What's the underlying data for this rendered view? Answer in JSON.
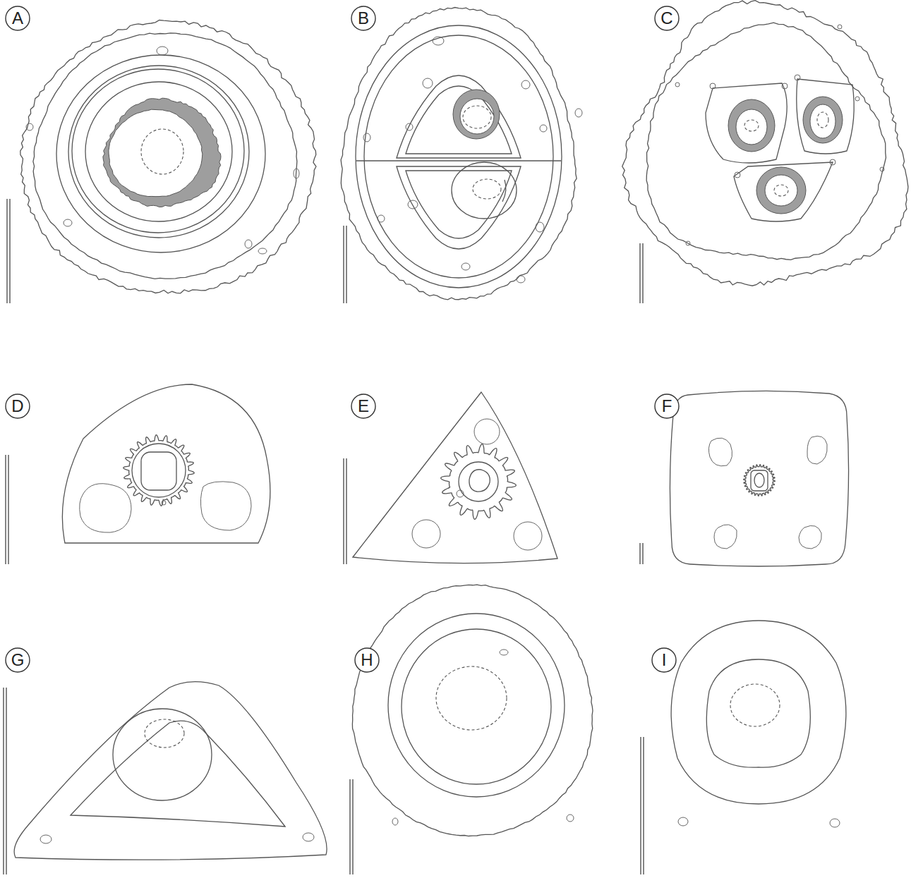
{
  "diagram": {
    "nodes": [
      {
        "text": [
          "A"
        ]
      },
      {
        "text": [
          "B"
        ]
      },
      {
        "text": [
          "C"
        ]
      },
      {
        "text": [
          "D"
        ]
      },
      {
        "text": [
          "E"
        ]
      },
      {
        "text": [
          "F"
        ]
      },
      {
        "text": [
          "G"
        ]
      },
      {
        "text": [
          "H"
        ]
      },
      {
        "text": [
          "I"
        ]
      }
    ]
  }
}
